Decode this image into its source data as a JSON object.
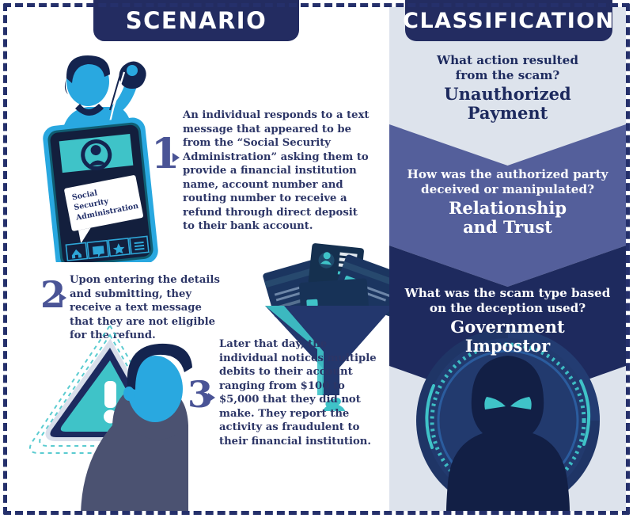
{
  "headers": {
    "scenario": "SCENARIO",
    "classification": "CLASSIFICATION"
  },
  "colors": {
    "navy": "#232c61",
    "dark_navy": "#1e2a5e",
    "slate_blue": "#545f9b",
    "light_blue_gray": "#dde3ec",
    "cyan": "#3fc3c8",
    "bright_blue": "#29a8e0",
    "text_navy": "#2c3566",
    "number_blue": "#4a5496",
    "white": "#ffffff"
  },
  "scenario": {
    "steps": [
      {
        "number": "1",
        "text": "An individual responds to a text message that appeared to be from the “Social Security Administration” asking them to provide a financial institution name, account number and routing number to receive a refund through direct deposit to their bank account."
      },
      {
        "number": "2",
        "text": "Upon entering the details and submitting, they receive a text message that they are not eligible for the refund."
      },
      {
        "number": "3",
        "text": "Later that day, the individual notices multiple debits to their account ranging from $100 to $5,000 that they did not make. They report the activity as fraudulent to their financial institution."
      }
    ],
    "phone_message": "Social Security Administration",
    "phone_nav_icons": [
      "home-icon",
      "chat-icon",
      "star-icon",
      "menu-icon"
    ],
    "illustrations": [
      "phishing-hook-person-phone-illustration",
      "funnel-credit-cards-illustration",
      "dollar-coin-icon",
      "warning-triangle-illustration",
      "concerned-person-illustration"
    ]
  },
  "classification": {
    "items": [
      {
        "question": "What action resulted from the scam?",
        "answer": "Unauthorized Payment",
        "answer_line1": "Unauthorized",
        "answer_line2": "Payment",
        "question_line1": "What action resulted",
        "question_line2": "from the scam?"
      },
      {
        "question": "How was the authorized party deceived or manipulated?",
        "answer": "Relationship and Trust",
        "answer_line1": "Relationship",
        "answer_line2": "and Trust",
        "question_line1": "How was the authorized party",
        "question_line2": "deceived or manipulated?"
      },
      {
        "question": "What was the scam type based on the deception used?",
        "answer": "Government Impostor",
        "answer_line1": "Government",
        "answer_line2": "Impostor",
        "question_line1": "What was the scam type based",
        "question_line2": "on the deception used?"
      }
    ],
    "illustration": "hooded-hacker-badge-illustration"
  }
}
